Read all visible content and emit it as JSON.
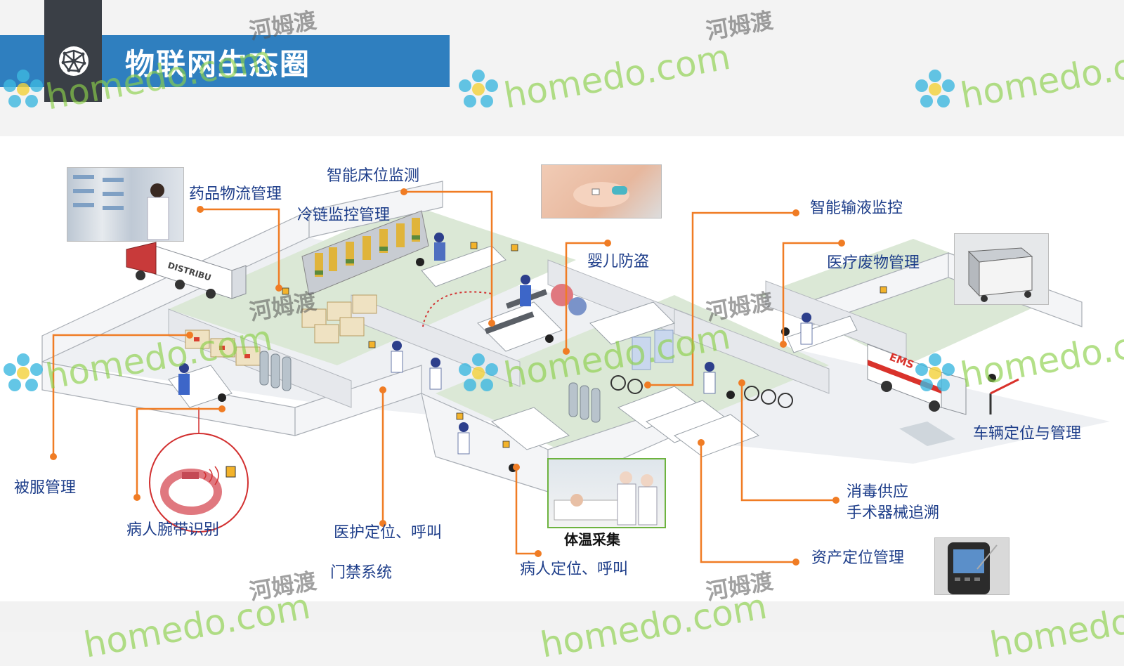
{
  "header": {
    "title": "物联网生态圈",
    "colors": {
      "band": "#2f7fbf",
      "tab": "#3a3f46"
    },
    "icon": "globe-network-icon"
  },
  "diagram": {
    "accent_color": "#f07c24",
    "label_color": "#1e3e8a",
    "labels": {
      "drug_logistics": "药品物流管理",
      "smart_bed": "智能床位监测",
      "cold_chain": "冷链监控管理",
      "infant_theft": "婴儿防盗",
      "smart_infusion": "智能输液监控",
      "medical_waste": "医疗废物管理",
      "bedding": "被服管理",
      "wristband": "病人腕带识别",
      "staff_location": "医护定位、呼叫",
      "patient_location": "病人定位、呼叫",
      "vehicle": "车辆定位与管理",
      "disinfection_line1": "消毒供应",
      "disinfection_line2": "手术器械追溯",
      "asset": "资产定位管理",
      "access_control": "门禁系统"
    },
    "captions": {
      "temperature": "体温采集"
    },
    "truck_text": "DISTRIBU",
    "ambulance_text": "EMS"
  },
  "watermark": {
    "text": "homedo.com",
    "cn": "河姆渡",
    "colors": {
      "text": "#8cd14a",
      "petal": "#3db8e0"
    }
  }
}
